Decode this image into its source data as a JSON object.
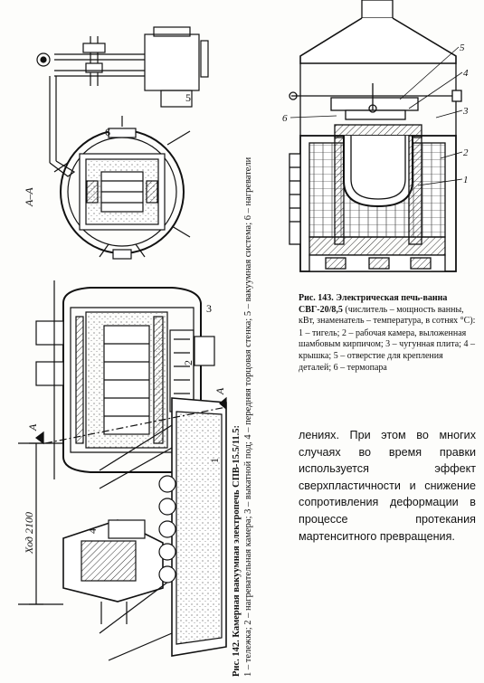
{
  "figure142": {
    "caption_lead": "Рис. 142. Камерная вакуумная электропечь СПВ-15.5/11.5:",
    "legend": "1 – тележка; 2 – нагревательная камера; 3 – выкатной под; 4 – передняя торцовая стенка; 5 – вакуумная система; 6 – нагреватели",
    "labels": {
      "section": "А–А",
      "section_marker": "А",
      "travel": "Ход 2100",
      "n1": "1",
      "n2": "2",
      "n3": "3",
      "n4": "4",
      "n5": "5",
      "n6": "6"
    }
  },
  "figure143": {
    "caption_title": "Рис. 143. Электрическая печь-ванна СВГ-20/8,5",
    "caption_note": "(числитель – мощность ванны, кВт, знаменатель – температура, в сотнях °С):",
    "legend": "1 – тигель; 2 – рабочая камера, выложенная шамбовым кирпичом; 3 – чугунная плита; 4 – крышка; 5 – отверстие для крепления деталей; 6 – термопара",
    "labels": {
      "n1": "1",
      "n2": "2",
      "n3": "3",
      "n4": "4",
      "n5": "5",
      "n6": "6"
    }
  },
  "body_text": "лениях. При этом во многих случаях во время правки используется эффект сверхпластичности и снижение сопротивления деформации в процессе протекания мартенситного превращения."
}
